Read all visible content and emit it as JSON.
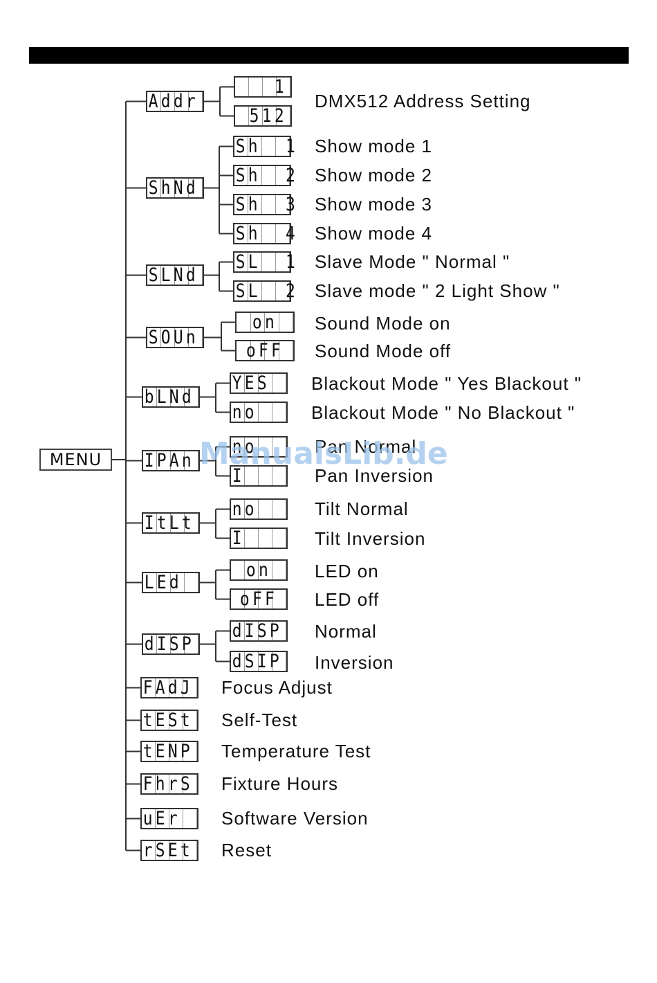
{
  "root": "MENU",
  "watermark": "ManualsLib.de",
  "items": [
    {
      "code": "Addr",
      "options": [
        {
          "code": "1",
          "label": "DMX512 Address Setting"
        },
        {
          "code": "512",
          "label": ""
        }
      ]
    },
    {
      "code": "ShNd",
      "options": [
        {
          "code": "Sh  1",
          "label": "Show mode 1"
        },
        {
          "code": "Sh  2",
          "label": "Show mode 2"
        },
        {
          "code": "Sh  3",
          "label": "Show mode 3"
        },
        {
          "code": "Sh  4",
          "label": "Show mode 4"
        }
      ]
    },
    {
      "code": "SLNd",
      "options": [
        {
          "code": "SL  1",
          "label": "Slave Mode \" Normal \""
        },
        {
          "code": "SL  2",
          "label": "Slave mode \" 2 Light Show \""
        }
      ]
    },
    {
      "code": "SOUn",
      "options": [
        {
          "code": "on",
          "label": "Sound Mode on"
        },
        {
          "code": "oFF",
          "label": "Sound Mode off"
        }
      ]
    },
    {
      "code": "bLNd",
      "options": [
        {
          "code": "YES",
          "label": "Blackout Mode \" Yes Blackout \""
        },
        {
          "code": "no",
          "label": "Blackout Mode \" No Blackout \""
        }
      ]
    },
    {
      "code": "IPAn",
      "options": [
        {
          "code": "no",
          "label": "Pan Normal"
        },
        {
          "code": "I",
          "label": "Pan Inversion"
        }
      ]
    },
    {
      "code": "ItLt",
      "options": [
        {
          "code": "no",
          "label": "Tilt Normal"
        },
        {
          "code": "I",
          "label": "Tilt Inversion"
        }
      ]
    },
    {
      "code": "LEd",
      "options": [
        {
          "code": "on",
          "label": "LED on"
        },
        {
          "code": "oFF",
          "label": "LED off"
        }
      ]
    },
    {
      "code": "dISP",
      "options": [
        {
          "code": "dISP",
          "label": "Normal"
        },
        {
          "code": "dSIP",
          "label": "Inversion"
        }
      ]
    },
    {
      "code": "FAdJ",
      "label": "Focus Adjust"
    },
    {
      "code": "tESt",
      "label": "Self-Test"
    },
    {
      "code": "tENP",
      "label": "Temperature Test"
    },
    {
      "code": "FhrS",
      "label": "Fixture Hours"
    },
    {
      "code": "uEr",
      "label": "Software Version"
    },
    {
      "code": "rSEt",
      "label": "Reset"
    }
  ]
}
